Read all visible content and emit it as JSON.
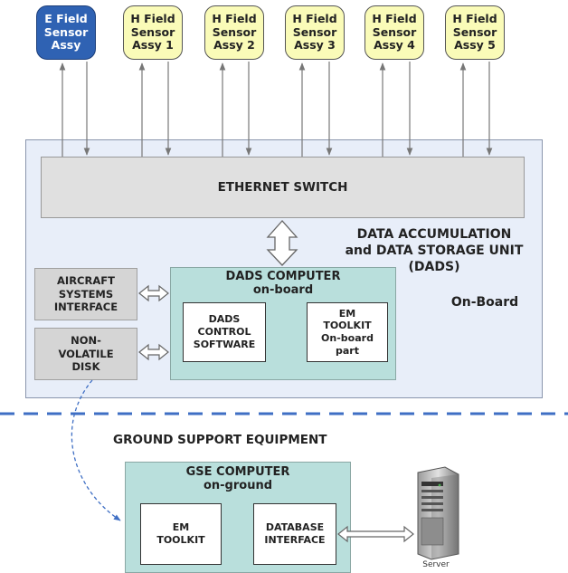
{
  "sensors": [
    {
      "label": "E Field\nSensor\nAssy",
      "kind": "e"
    },
    {
      "label": "H Field\nSensor\nAssy 1",
      "kind": "h"
    },
    {
      "label": "H Field\nSensor\nAssy 2",
      "kind": "h"
    },
    {
      "label": "H Field\nSensor\nAssy 3",
      "kind": "h"
    },
    {
      "label": "H Field\nSensor\nAssy 4",
      "kind": "h"
    },
    {
      "label": "H Field\nSensor\nAssy 5",
      "kind": "h"
    }
  ],
  "onboard": {
    "ethernet_switch": "ETHERNET SWITCH",
    "dads_title": "DATA ACCUMULATION\nand DATA STORAGE UNIT\n(DADS)",
    "label": "On-Board",
    "aircraft_systems_interface": "AIRCRAFT\nSYSTEMS\nINTERFACE",
    "non_volatile_disk": "NON-\nVOLATILE\nDISK",
    "dads_computer_title": "DADS COMPUTER\non-board",
    "dads_control_software": "DADS\nCONTROL\nSOFTWARE",
    "em_toolkit_onboard": "EM\nTOOLKIT\nOn-board\npart"
  },
  "ground": {
    "label": "GROUND SUPPORT EQUIPMENT",
    "gse_computer_title": "GSE COMPUTER\non-ground",
    "em_toolkit": "EM\nTOOLKIT",
    "database_interface": "DATABASE\nINTERFACE",
    "server_label": "Server"
  },
  "colors": {
    "e_sensor": "#2f62b3",
    "h_sensor": "#fafbb8",
    "onboard_panel": "#e8eef9",
    "switch": "#e0e0e0",
    "computer": "#b9dfdc",
    "divider": "#3f6fc4"
  }
}
